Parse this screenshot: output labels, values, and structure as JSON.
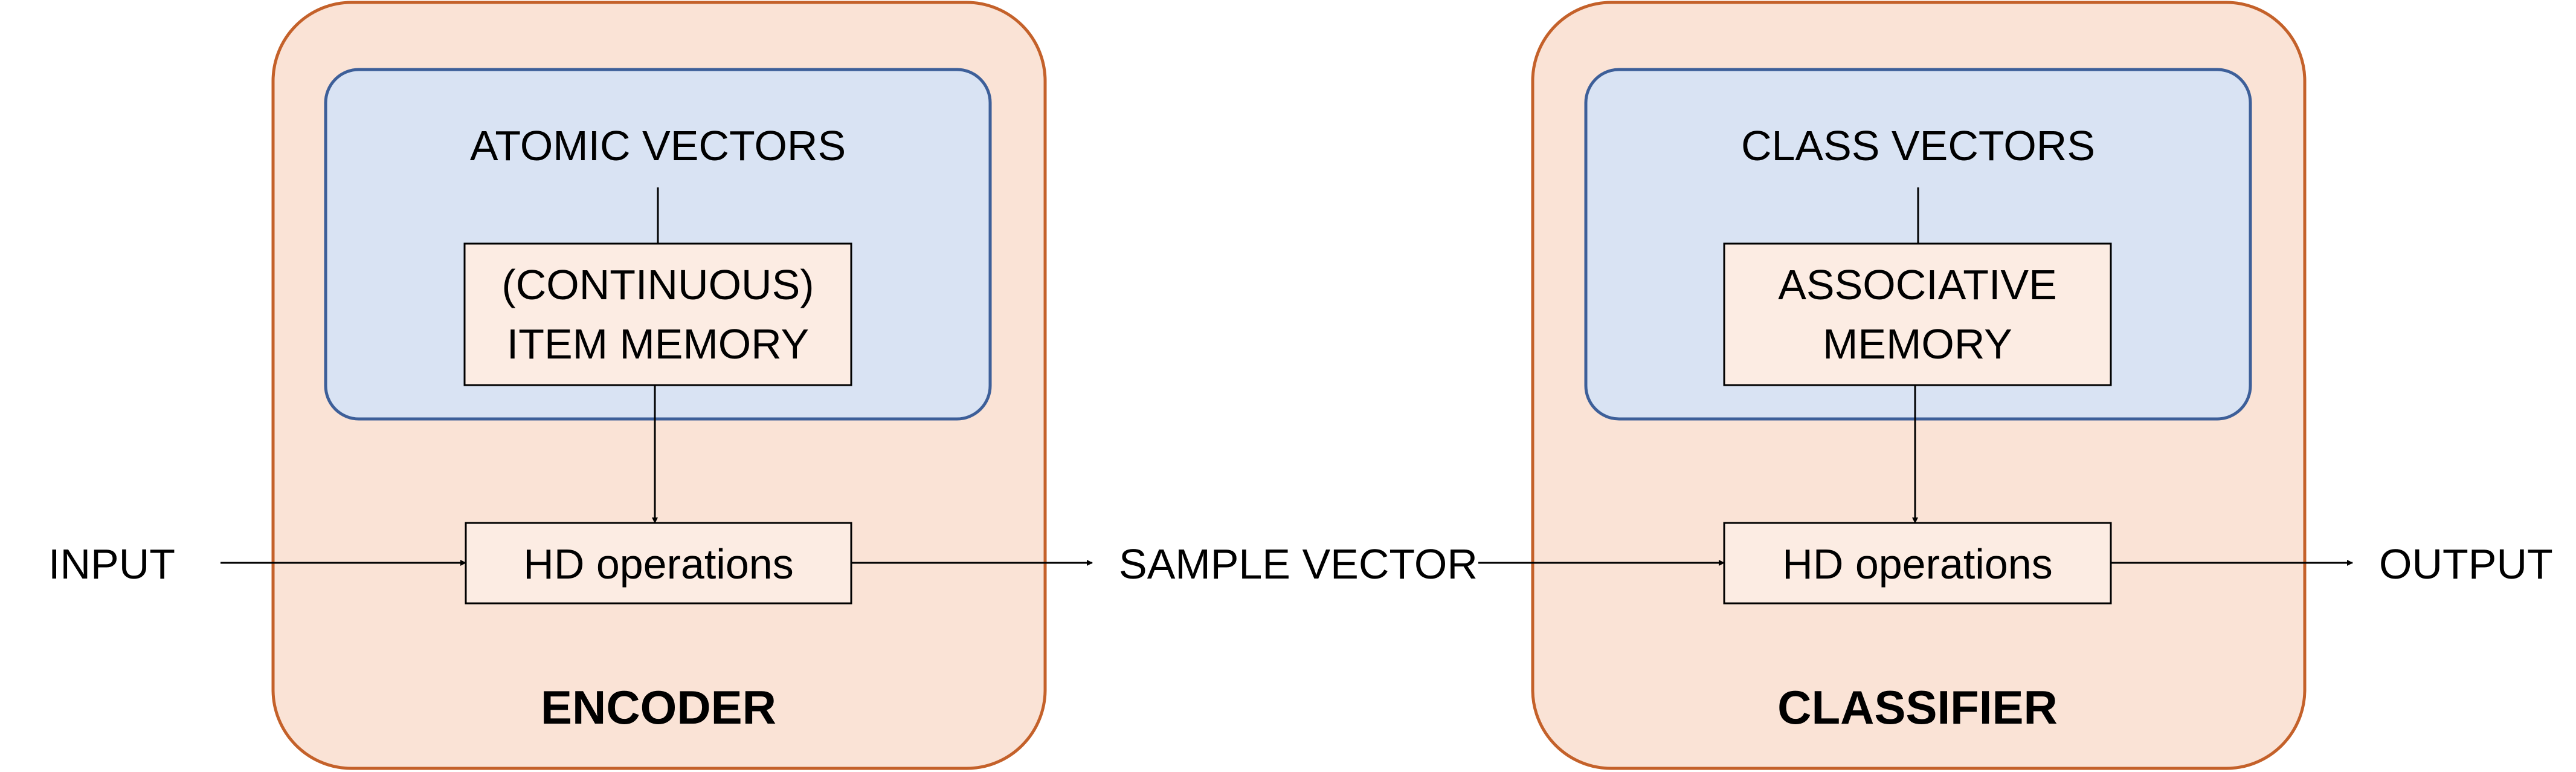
{
  "colors": {
    "outer_fill": "#fae3d6",
    "outer_stroke": "#c4612a",
    "inner_fill": "#d9e3f3",
    "inner_stroke": "#3d5f99",
    "box_fill": "#fcece3",
    "box_stroke": "#000000",
    "line": "#000000"
  },
  "io": {
    "input": "INPUT",
    "sample_vector": "SAMPLE VECTOR",
    "output": "OUTPUT"
  },
  "encoder": {
    "title": "ENCODER",
    "vectors_label": "ATOMIC VECTORS",
    "memory_line1": "(CONTINUOUS)",
    "memory_line2": "ITEM MEMORY",
    "operations_label": "HD operations"
  },
  "classifier": {
    "title": "CLASSIFIER",
    "vectors_label": "CLASS VECTORS",
    "memory_line1": "ASSOCIATIVE",
    "memory_line2": "MEMORY",
    "operations_label": "HD operations"
  }
}
